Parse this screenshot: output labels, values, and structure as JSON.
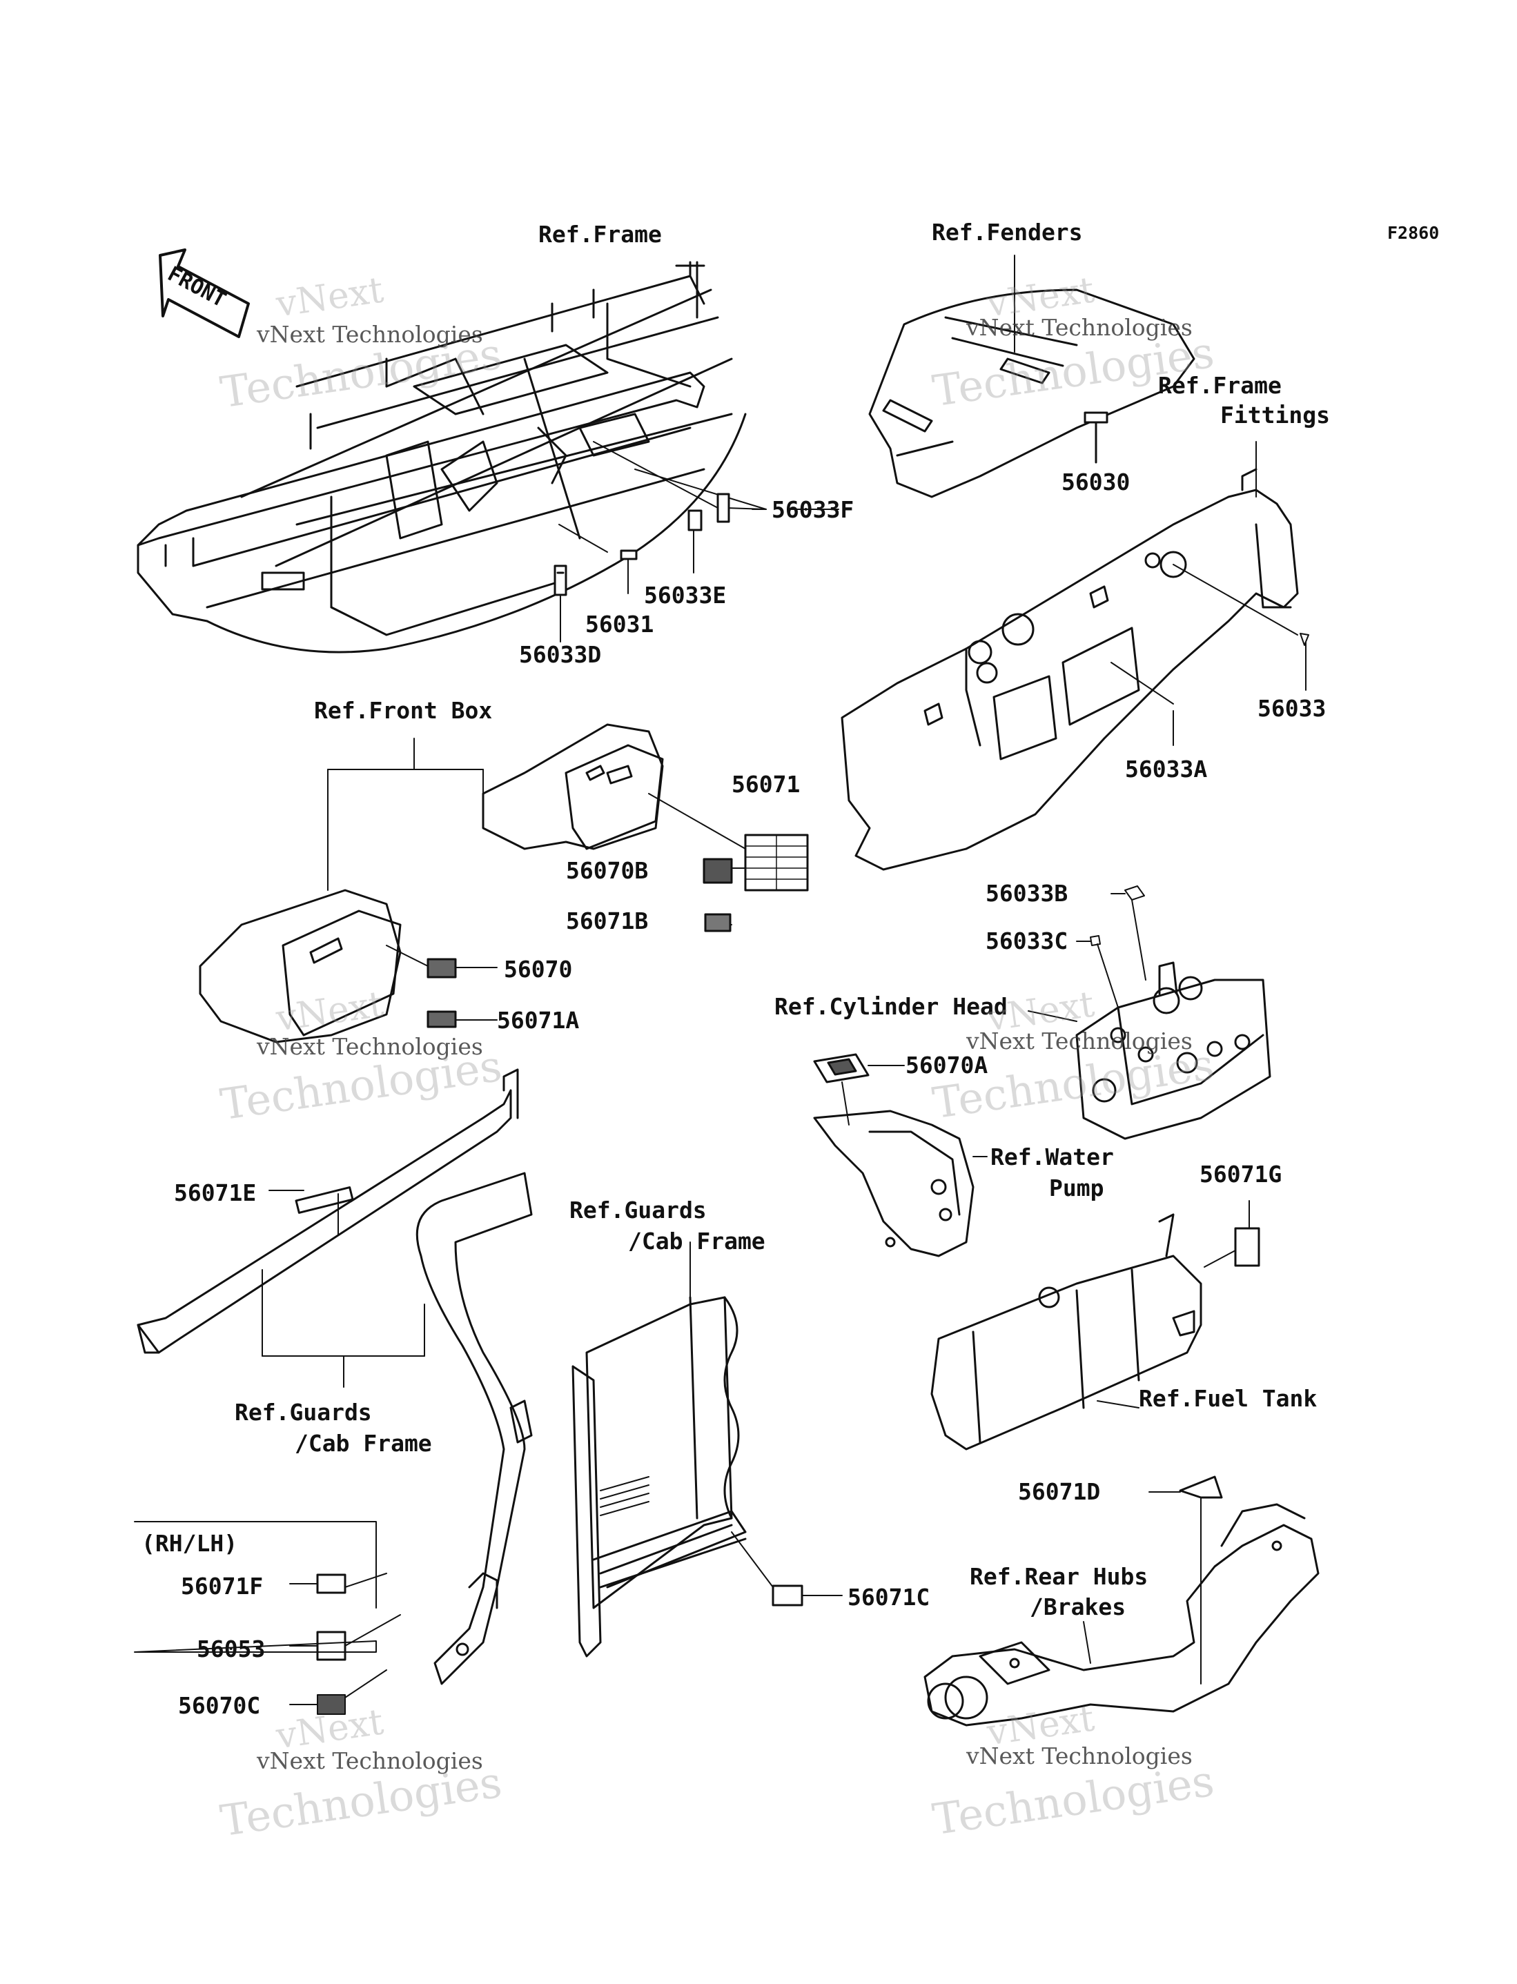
{
  "figure_code": "F2860",
  "labels": {
    "front": "FRONT",
    "ref_frame": "Ref.Frame",
    "ref_fenders": "Ref.Fenders",
    "ref_frame_fittings_1": "Ref.Frame",
    "ref_frame_fittings_2": "Fittings",
    "ref_front_box": "Ref.Front Box",
    "ref_cylinder_head": "Ref.Cylinder Head",
    "ref_water_pump_1": "Ref.Water",
    "ref_water_pump_2": "Pump",
    "ref_guards_1": "Ref.Guards",
    "ref_guards_2": "/Cab Frame",
    "ref_fuel_tank": "Ref.Fuel Tank",
    "ref_rear_hubs_1": "Ref.Rear Hubs",
    "ref_rear_hubs_2": "/Brakes",
    "rh_lh": "(RH/LH)"
  },
  "parts": {
    "p56030": "56030",
    "p56033F": "56033F",
    "p56033E": "56033E",
    "p56031": "56031",
    "p56033D": "56033D",
    "p56033": "56033",
    "p56033A": "56033A",
    "p56071": "56071",
    "p56070B": "56070B",
    "p56071B": "56071B",
    "p56033B": "56033B",
    "p56033C": "56033C",
    "p56070": "56070",
    "p56071A": "56071A",
    "p56070A": "56070A",
    "p56071G": "56071G",
    "p56071E": "56071E",
    "p56071D": "56071D",
    "p56071F": "56071F",
    "p56071C": "56071C",
    "p56053": "56053",
    "p56070C": "56070C"
  },
  "watermark": {
    "short": "vNext",
    "company": "vNext Technologies",
    "word": "Technologies"
  }
}
